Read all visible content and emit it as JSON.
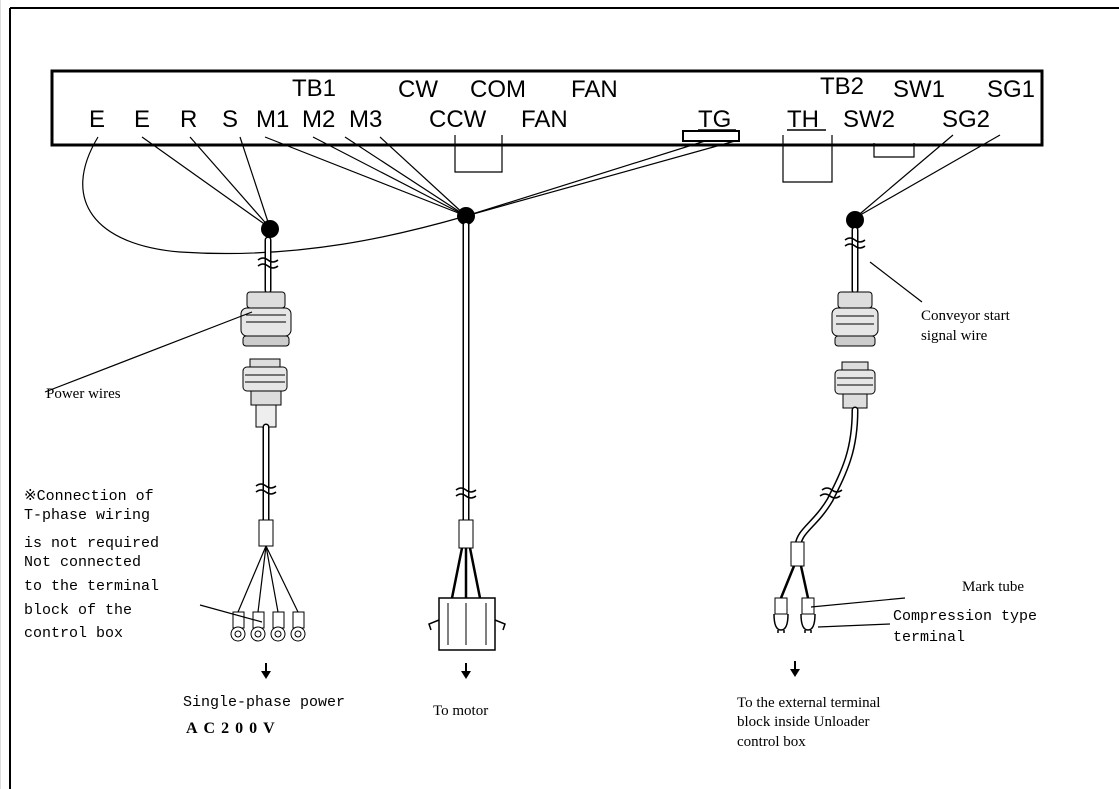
{
  "terminal_block": {
    "tb1_label": "TB1",
    "tb2_label": "TB2",
    "lower_terminals": {
      "e1": "E",
      "e2": "E",
      "r": "R",
      "s": "S",
      "m1": "M1",
      "m2": "M2",
      "m3": "M3",
      "ccw": "CCW",
      "fan2": "FAN",
      "tg": "TG",
      "th": "TH",
      "sw2": "SW2",
      "sg2": "SG2"
    },
    "upper_terminals": {
      "cw": "CW",
      "com": "COM",
      "fan1": "FAN",
      "sw1": "SW1",
      "sg1": "SG1"
    }
  },
  "labels": {
    "power_wires": "Power wires",
    "conveyor_signal_line1": "Conveyor start",
    "conveyor_signal_line2": "signal wire",
    "note_lines": [
      "※Connection of",
      "T-phase wiring",
      "is not required",
      "Not connected",
      "to the terminal",
      "block of the",
      "control box"
    ],
    "mark_tube": "Mark tube",
    "compression_line1": "Compression type",
    "compression_line2": "terminal",
    "single_phase": "Single-phase power",
    "voltage": "AC200V",
    "to_motor": "To motor",
    "external_line1": "To the external terminal",
    "external_line2": "block  inside Unloader",
    "external_line3": "control box"
  },
  "icons": {
    "arrow": "down-arrow-icon",
    "connector": "circular-connector-icon",
    "ring_terminal": "ring-terminal-icon",
    "fork_terminal": "fork-terminal-icon",
    "plug": "motor-plug-icon"
  }
}
